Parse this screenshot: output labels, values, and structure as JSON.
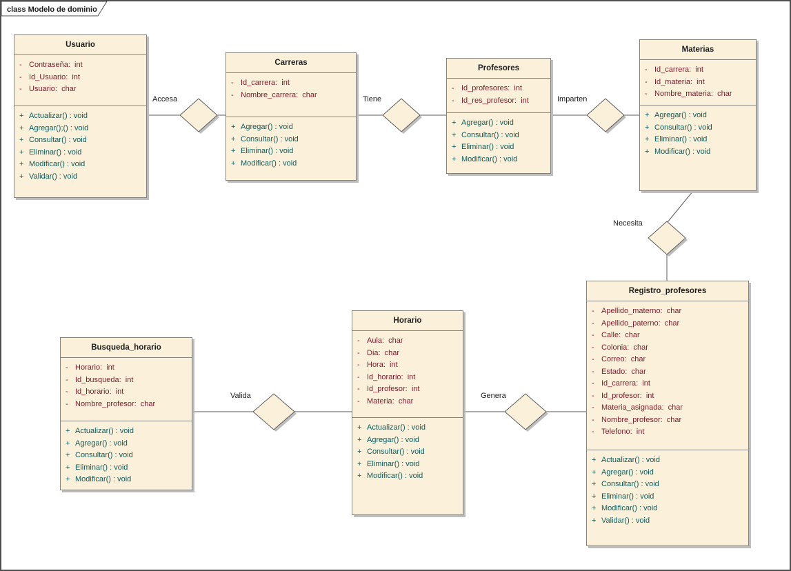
{
  "frame": {
    "label": "class Modelo de dominio"
  },
  "colors": {
    "canvas-bg": "#ffffff",
    "frame-border": "#4f4f4f",
    "node-fill": "#fbf0da",
    "node-border": "#85847e",
    "attr-text": "#7d1b2c",
    "method-text": "#0e5c5c",
    "title-text": "#1f1f1f",
    "label-text": "#1c1c1c",
    "line": "#5a5a5a",
    "shadow": "#bdbdbd"
  },
  "classes": [
    {
      "name": "Usuario",
      "attributes": [
        {
          "v": "-",
          "t": "Contraseña:  int"
        },
        {
          "v": "-",
          "t": "Id_Usuario:  int"
        },
        {
          "v": "-",
          "t": "Usuario:  char"
        }
      ],
      "methods": [
        {
          "v": "+",
          "t": "Actualizar() : void"
        },
        {
          "v": "+",
          "t": "Agregar();() : void"
        },
        {
          "v": "+",
          "t": "Consultar() : void"
        },
        {
          "v": "+",
          "t": "Eliminar() : void"
        },
        {
          "v": "+",
          "t": "Modificar() : void"
        },
        {
          "v": "+",
          "t": "Validar() : void"
        }
      ]
    },
    {
      "name": "Carreras",
      "attributes": [
        {
          "v": "-",
          "t": "Id_carrera:  int"
        },
        {
          "v": "-",
          "t": "Nombre_carrera:  char"
        }
      ],
      "methods": [
        {
          "v": "+",
          "t": "Agregar() : void"
        },
        {
          "v": "+",
          "t": "Consultar() : void"
        },
        {
          "v": "+",
          "t": "Eliminar() : void"
        },
        {
          "v": "+",
          "t": "Modificar() : void"
        }
      ]
    },
    {
      "name": "Profesores",
      "attributes": [
        {
          "v": "-",
          "t": "Id_profesores:  int"
        },
        {
          "v": "-",
          "t": "Id_res_profesor:  int"
        }
      ],
      "methods": [
        {
          "v": "+",
          "t": "Agregar() : void"
        },
        {
          "v": "+",
          "t": "Consultar() : void"
        },
        {
          "v": "+",
          "t": "Eliminar() : void"
        },
        {
          "v": "+",
          "t": "Modificar() : void"
        }
      ]
    },
    {
      "name": "Materias",
      "attributes": [
        {
          "v": "-",
          "t": "Id_carrera:  int"
        },
        {
          "v": "-",
          "t": "Id_materia:  int"
        },
        {
          "v": "-",
          "t": "Nombre_materia:  char"
        }
      ],
      "methods": [
        {
          "v": "+",
          "t": "Agregar() : void"
        },
        {
          "v": "+",
          "t": "Consultar() : void"
        },
        {
          "v": "+",
          "t": "Eliminar() : void"
        },
        {
          "v": "+",
          "t": "Modificar() : void"
        }
      ]
    },
    {
      "name": "Registro_profesores",
      "attributes": [
        {
          "v": "-",
          "t": "Apellido_materno:  char"
        },
        {
          "v": "-",
          "t": "Apellido_paterno:  char"
        },
        {
          "v": "-",
          "t": "Calle:  char"
        },
        {
          "v": "-",
          "t": "Colonia:  char"
        },
        {
          "v": "-",
          "t": "Correo:  char"
        },
        {
          "v": "-",
          "t": "Estado:  char"
        },
        {
          "v": "-",
          "t": "Id_carrera:  int"
        },
        {
          "v": "-",
          "t": "Id_profesor:  int"
        },
        {
          "v": "-",
          "t": "Materia_asignada:  char"
        },
        {
          "v": "-",
          "t": "Nombre_profesor:  char"
        },
        {
          "v": "-",
          "t": "Telefono:  int"
        }
      ],
      "methods": [
        {
          "v": "+",
          "t": "Actualizar() : void"
        },
        {
          "v": "+",
          "t": "Agregar() : void"
        },
        {
          "v": "+",
          "t": "Consultar() : void"
        },
        {
          "v": "+",
          "t": "Eliminar() : void"
        },
        {
          "v": "+",
          "t": "Modificar() : void"
        },
        {
          "v": "+",
          "t": "Validar() : void"
        }
      ]
    },
    {
      "name": "Busqueda_horario",
      "attributes": [
        {
          "v": "-",
          "t": "Horario:  int"
        },
        {
          "v": "-",
          "t": "Id_busqueda:  int"
        },
        {
          "v": "-",
          "t": "Id_horario:  int"
        },
        {
          "v": "-",
          "t": "Nombre_profesor:  char"
        }
      ],
      "methods": [
        {
          "v": "+",
          "t": "Actualizar() : void"
        },
        {
          "v": "+",
          "t": "Agregar() : void"
        },
        {
          "v": "+",
          "t": "Consultar() : void"
        },
        {
          "v": "+",
          "t": "Eliminar() : void"
        },
        {
          "v": "+",
          "t": "Modificar() : void"
        }
      ]
    },
    {
      "name": "Horario",
      "attributes": [
        {
          "v": "-",
          "t": "Aula:  char"
        },
        {
          "v": "-",
          "t": "Dia:  char"
        },
        {
          "v": "-",
          "t": "Hora:  int"
        },
        {
          "v": "-",
          "t": "Id_horario:  int"
        },
        {
          "v": "-",
          "t": "Id_profesor:  int"
        },
        {
          "v": "-",
          "t": "Materia:  char"
        }
      ],
      "methods": [
        {
          "v": "+",
          "t": "Actualizar() : void"
        },
        {
          "v": "+",
          "t": "Agregar() : void"
        },
        {
          "v": "+",
          "t": "Consultar() : void"
        },
        {
          "v": "+",
          "t": "Eliminar() : void"
        },
        {
          "v": "+",
          "t": "Modificar() : void"
        }
      ]
    }
  ],
  "relations": [
    {
      "label": "Accesa"
    },
    {
      "label": "Tiene"
    },
    {
      "label": "Imparten"
    },
    {
      "label": "Necesita"
    },
    {
      "label": "Valida"
    },
    {
      "label": "Genera"
    }
  ]
}
